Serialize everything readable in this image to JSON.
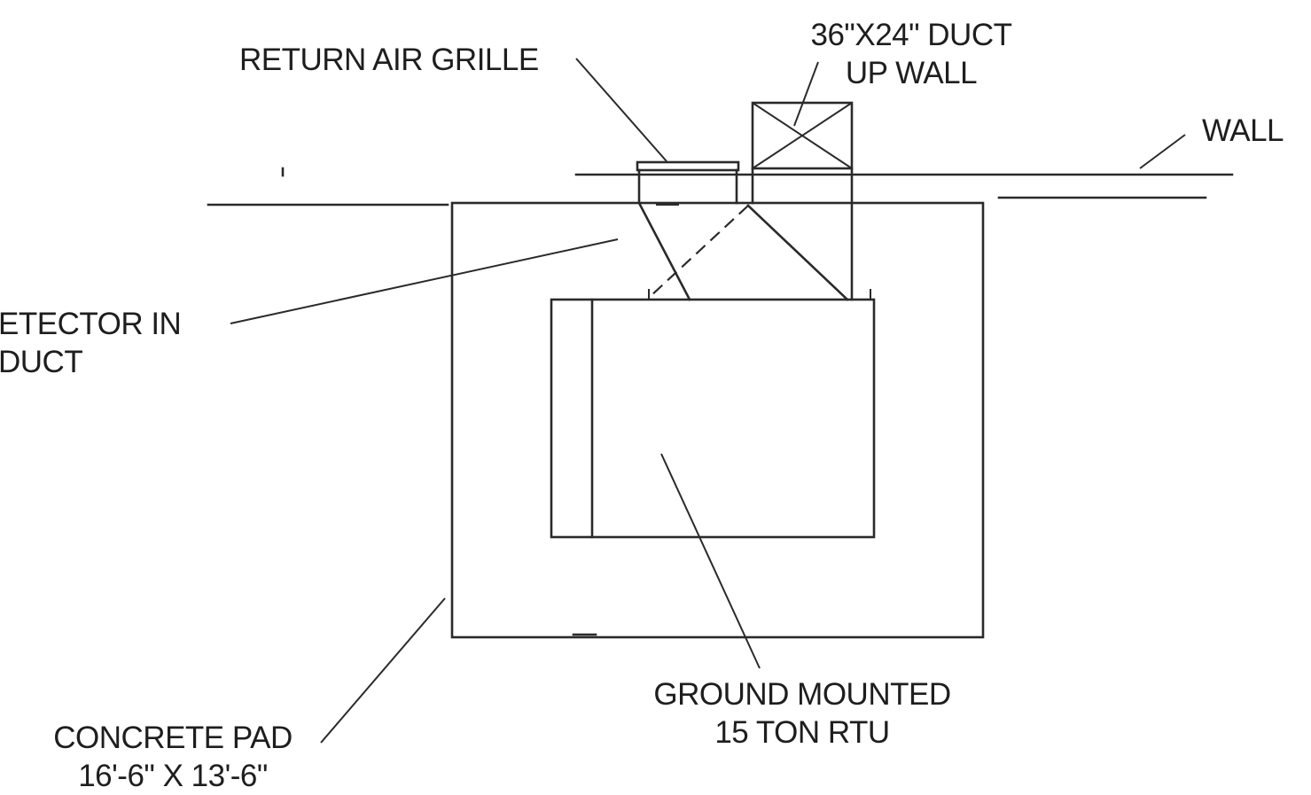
{
  "labels": {
    "return_air_grille": "RETURN AIR GRILLE",
    "duct_line1": "36\"X24\" DUCT",
    "duct_line2": "UP WALL",
    "wall": "WALL",
    "detector_line1": "ETECTOR IN",
    "detector_line2": "DUCT",
    "rtu_line1": "GROUND MOUNTED",
    "rtu_line2": "15 TON RTU",
    "pad_line1": "CONCRETE PAD",
    "pad_line2": "16'-6\" X 13'-6\""
  },
  "colors": {
    "line": "#2a2a2a",
    "text": "#1e1e1e",
    "background": "#ffffff"
  }
}
